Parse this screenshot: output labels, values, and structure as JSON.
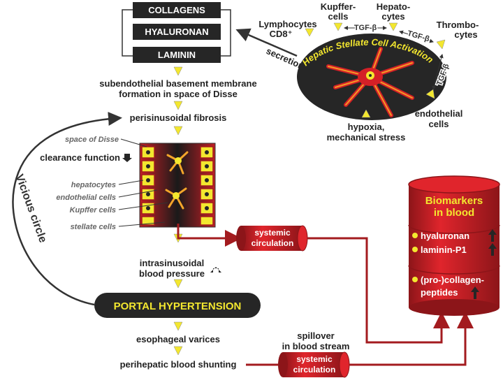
{
  "ecm": {
    "items": [
      "COLLAGENS",
      "HYALURONAN",
      "LAMININ"
    ],
    "secretion": "secretion"
  },
  "hsc": {
    "title": "Hepatic Stellate Cell Activation",
    "lymphocytes": "Lymphocytes",
    "cd8": "CD8⁺",
    "kupffer": [
      "Kupffer-",
      "cells"
    ],
    "hepatocytes": [
      "Hepato-",
      "cytes"
    ],
    "thrombocytes": [
      "Thrombo-",
      "cytes"
    ],
    "endothelial": [
      "endothelial",
      "cells"
    ],
    "tgf": "TGF-β",
    "hypoxia": [
      "hypoxia,",
      "mechanical stress"
    ]
  },
  "flow": {
    "basement": [
      "subendothelial basement membrane",
      "formation in space of Disse"
    ],
    "fibrosis": "perisinusoidal fibrosis",
    "clearance": "clearance function",
    "pressure": [
      "intrasinusoidal",
      "blood pressure"
    ],
    "portal": "PORTAL HYPERTENSION",
    "varices": "esophageal varices",
    "shunting": "perihepatic blood shunting",
    "vicious": "Vicious circle"
  },
  "sinusoid": {
    "labels": [
      "space of Disse",
      "hepatocytes",
      "endothelial cells",
      "Kupffer cells",
      "stellate cells"
    ]
  },
  "circulation": {
    "label": [
      "systemic",
      "circulation"
    ],
    "spillover": [
      "spillover",
      "in blood stream"
    ]
  },
  "biomarkers": {
    "title": [
      "Biomarkers",
      "in blood"
    ],
    "items": [
      {
        "lines": [
          "hyaluronan"
        ]
      },
      {
        "lines": [
          "laminin-P1"
        ]
      },
      {
        "lines": [
          "(pro-)collagen-",
          "peptides"
        ]
      }
    ]
  },
  "colors": {
    "darkred": "#a31b1f",
    "red": "#d42027",
    "yellow": "#f3e72f",
    "dark": "#262626"
  }
}
